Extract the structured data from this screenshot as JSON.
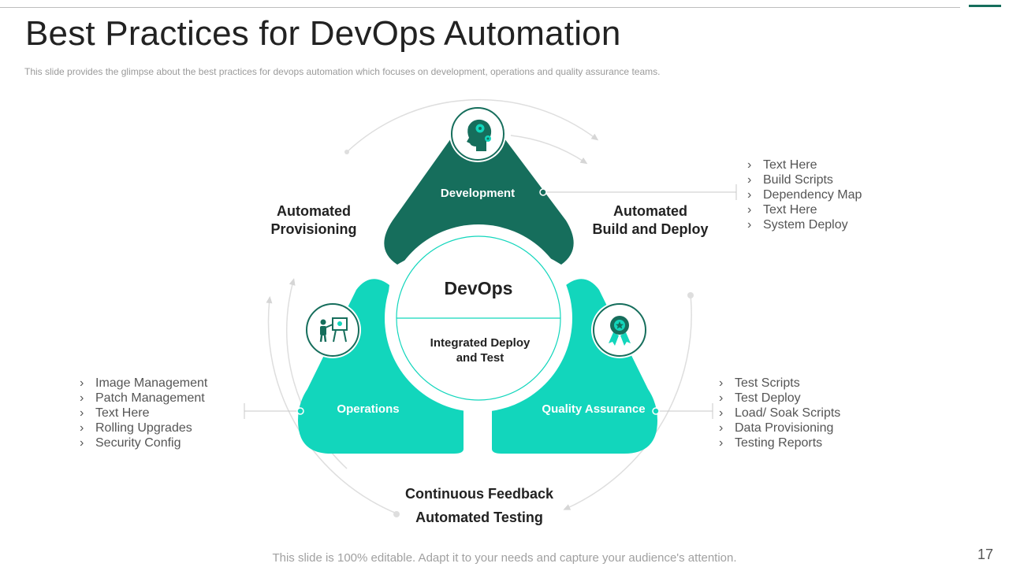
{
  "slide": {
    "title": "Best Practices for DevOps Automation",
    "subtitle": "This slide provides  the glimpse about the best practices for devops  automation which focuses on development,  operations and quality assurance teams.",
    "footer": "This slide is 100% editable. Adapt it to your needs and capture your audience's attention.",
    "page_number": "17"
  },
  "colors": {
    "dark_teal": "#166e5c",
    "light_teal": "#12d6bc",
    "accent_line": "#166e5c"
  },
  "diagram": {
    "center_title": "DevOps",
    "center_line1": "Integrated Deploy",
    "center_line2": "and Test",
    "petals": {
      "development": {
        "label": "Development",
        "icon": "head-gears-icon"
      },
      "operations": {
        "label": "Operations",
        "icon": "presenter-board-icon"
      },
      "quality": {
        "label": "Quality Assurance",
        "icon": "award-ribbon-icon"
      }
    },
    "labels": {
      "provisioning_line1": "Automated",
      "provisioning_line2": "Provisioning",
      "build_line1": "Automated",
      "build_line2": "Build and Deploy",
      "feedback": "Continuous Feedback",
      "testing": "Automated Testing"
    }
  },
  "lists": {
    "development": [
      "Text Here",
      "Build Scripts",
      "Dependency Map",
      "Text Here",
      "System Deploy"
    ],
    "operations": [
      "Image Management",
      "Patch Management",
      "Text Here",
      "Rolling Upgrades",
      "Security Config"
    ],
    "quality": [
      "Test Scripts",
      "Test Deploy",
      "Load/ Soak Scripts",
      "Data Provisioning",
      "Testing Reports"
    ]
  }
}
